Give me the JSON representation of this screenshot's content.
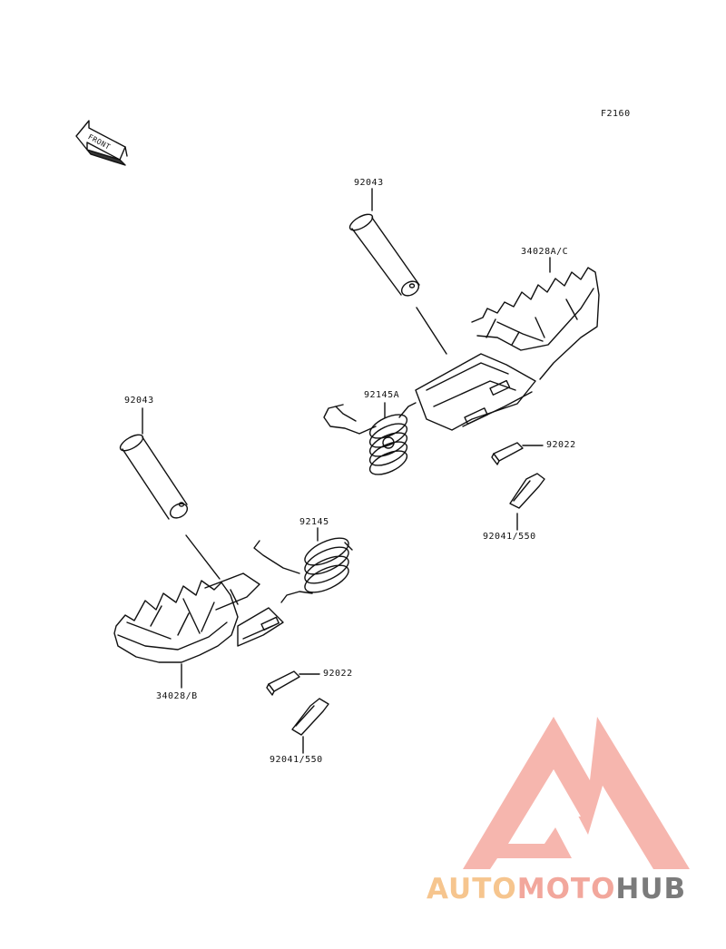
{
  "figure_code": "F2160",
  "front_label": "FRONT",
  "parts": {
    "pin_right": "92043",
    "step_right": "34028A/C",
    "spring_right": "92145A",
    "washer_right": "92022",
    "cotter_right": "92041/550",
    "pin_left": "92043",
    "spring_left": "92145",
    "step_left": "34028/B",
    "washer_left": "92022",
    "cotter_left": "92041/550"
  },
  "watermark": {
    "part1": "AUTO",
    "part2": "MOTO",
    "part3": "HUB",
    "colors": {
      "auto": "#f6c58e",
      "moto": "#f2a79c",
      "hub": "#7b7b7b",
      "logo": "#f4a49b"
    }
  }
}
